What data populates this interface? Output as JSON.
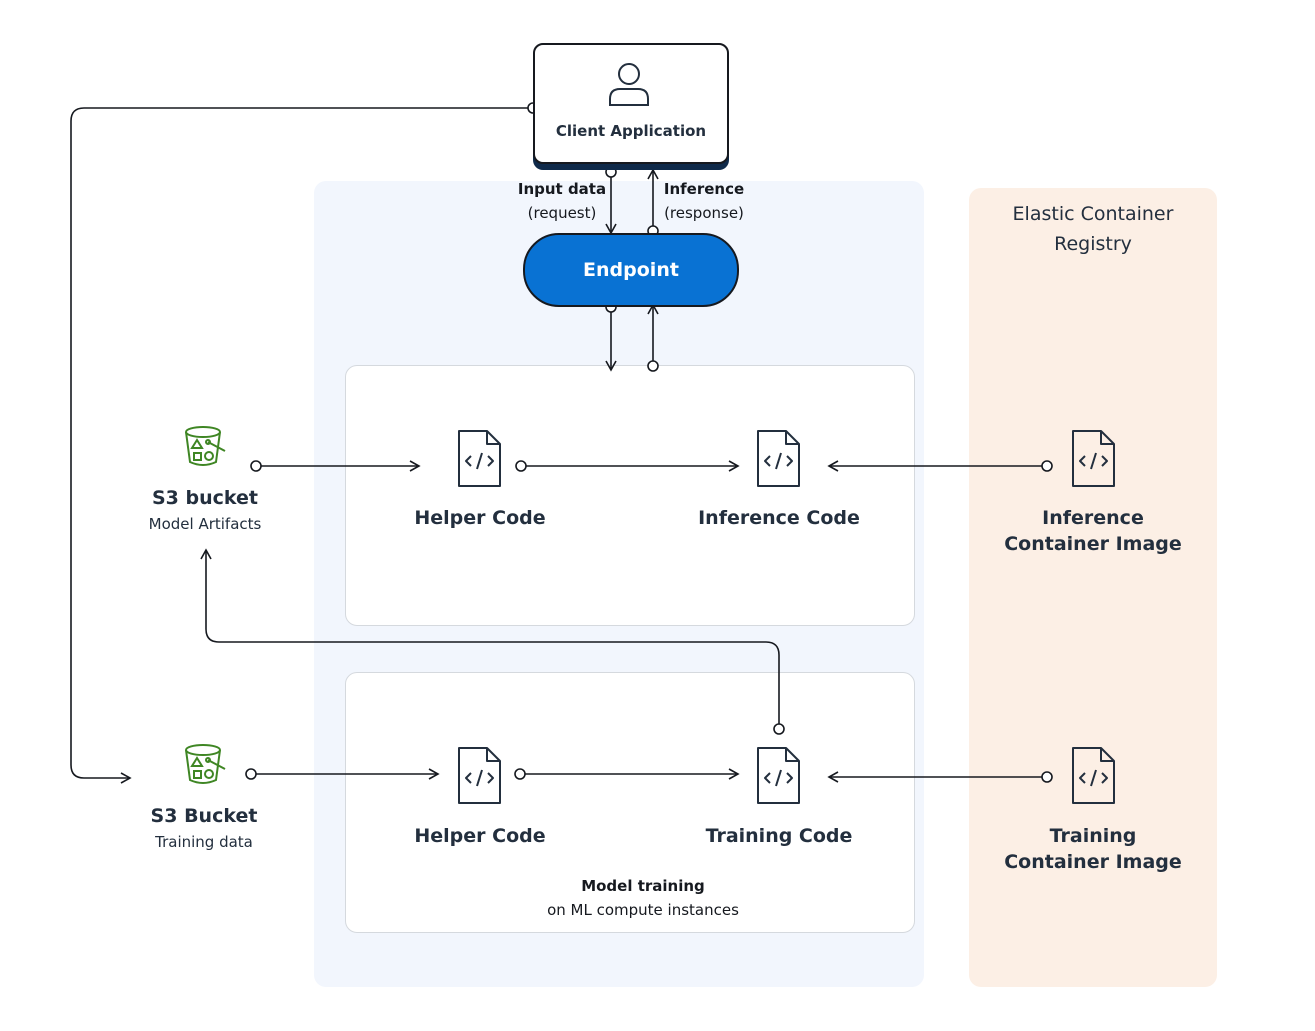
{
  "client": {
    "label": "Client Application",
    "icon": "user-icon"
  },
  "endpoint": {
    "label": "Endpoint"
  },
  "request": {
    "title": "Input data",
    "sub": "(request)"
  },
  "response": {
    "title": "Inference",
    "sub": "(response)"
  },
  "ecr": {
    "title_line1": "Elastic Container",
    "title_line2": "Registry"
  },
  "s3_artifacts": {
    "title": "S3 bucket",
    "sub": "Model Artifacts",
    "icon": "s3-bucket-icon"
  },
  "s3_training": {
    "title": "S3 Bucket",
    "sub": "Training data",
    "icon": "s3-bucket-icon"
  },
  "hosting": {
    "helper": "Helper Code",
    "inference": "Inference Code"
  },
  "training": {
    "helper": "Helper Code",
    "training": "Training Code",
    "caption_title": "Model training",
    "caption_sub": "on ML compute instances"
  },
  "inference_image": {
    "line1": "Inference",
    "line2": "Container Image"
  },
  "training_image": {
    "line1": "Training",
    "line2": "Container Image"
  },
  "colors": {
    "endpoint": "#0972d3",
    "s3": "#3f8624",
    "blue_region": "#f2f6fd",
    "orange_region": "#fcefe5"
  }
}
